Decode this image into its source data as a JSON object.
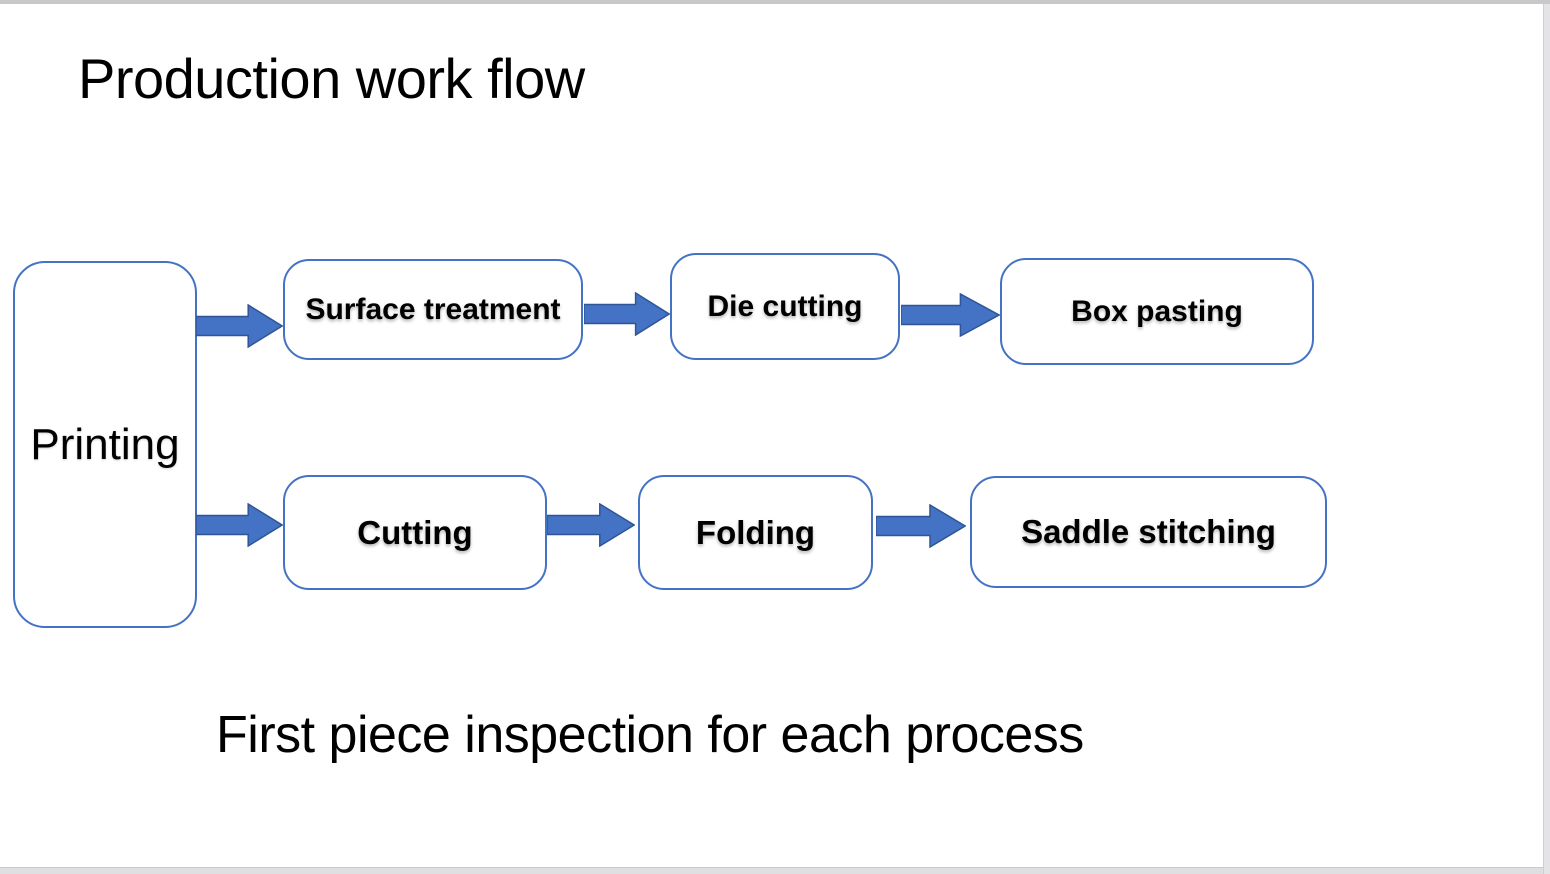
{
  "title": "Production work flow",
  "caption": "First piece inspection for each process",
  "flow": {
    "source": {
      "label": "Printing"
    },
    "branches": [
      {
        "steps": [
          "Surface treatment",
          "Die cutting",
          "Box pasting"
        ]
      },
      {
        "steps": [
          "Cutting",
          "Folding",
          "Saddle stitching"
        ]
      }
    ]
  },
  "colors": {
    "accent_blue": "#4472C4",
    "arrow_outline": "#2F5597",
    "box_border": "#4472C4",
    "text": "#000000",
    "canvas": "#FFFFFF",
    "frame_gray": "#C8C8CA"
  }
}
